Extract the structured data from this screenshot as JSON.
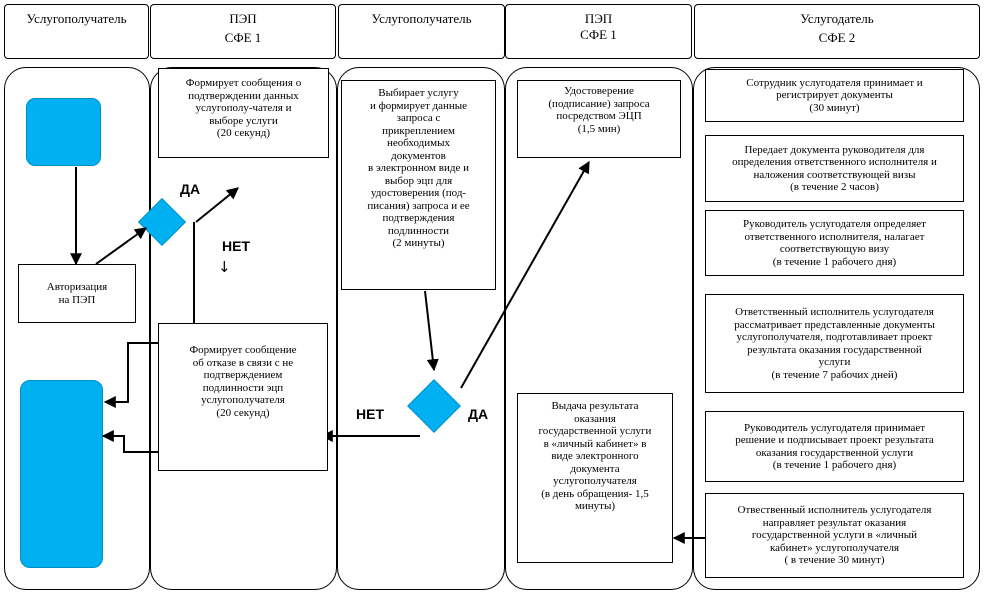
{
  "headers": [
    {
      "line1": "Услугополучатель",
      "line2": ""
    },
    {
      "line1": "ПЭП",
      "line2": "СФЕ 1"
    },
    {
      "line1": "Услугополучатель",
      "line2": ""
    },
    {
      "line1": "ПЭП",
      "line2": "СФЕ 1"
    },
    {
      "line1": "Услугодатель",
      "line2": "СФЕ 2"
    }
  ],
  "boxes": {
    "auth": [
      "Авторизация",
      "на ПЭП"
    ],
    "confirm_msg": [
      "Формирует сообщения о",
      "подтверждении данных",
      "услугополу-чателя  и",
      "выборе услуги",
      "(20 секунд)"
    ],
    "select_service": [
      "Выбирает услугу",
      "и формирует данные",
      "запроса с",
      "прикреплением",
      "необходимых",
      "документов",
      "в электронном виде и",
      "выбор эцп для",
      "удостоверения (под-",
      "писания) запроса и ее",
      "подтверждения",
      "подлинности",
      "(2 минуты)"
    ],
    "sign_request": [
      "Удостоверение",
      "(подписание) запроса",
      "посредством ЭЦП",
      "(1,5 мин)"
    ],
    "refusal_msg": [
      "Формирует сообщение",
      "об отказе в связи с не",
      "подтверждением",
      "подлинности эцп",
      "услугополучателя",
      "(20 секунд)"
    ],
    "issue_result": [
      "Выдача результата",
      "оказания",
      "государственной услуги",
      "в «личный кабинет»  в",
      "виде электронного",
      "документа",
      "услугополучателя",
      "(в день обращения- 1,5",
      "минуты)"
    ],
    "s1": [
      "Сотрудник услугодателя принимает и",
      "регистрирует документы",
      "(30 минут)"
    ],
    "s2": [
      "Передает документа руководителя для",
      "определения ответственного исполнителя и",
      "наложения соответствующей визы",
      "(в течение 2 часов)"
    ],
    "s3": [
      "Руководитель услугодателя определяет",
      "ответственного исполнителя, налагает",
      "соответствующую визу",
      "(в течение 1 рабочего дня)"
    ],
    "s4": [
      "Ответственный исполнитель услугодателя",
      "рассматривает представленные документы",
      "услугополучателя, подготавливает проект",
      "результата оказания государственной",
      "услуги",
      "(в течение 7 рабочих дней)"
    ],
    "s5": [
      "Руководитель услугодателя принимает",
      "решение и подписывает проект результата",
      "оказания государственной услуги",
      "(в течение 1 рабочего дня)"
    ],
    "s6": [
      "Отвественный исполнитель услугодателя",
      "направляет результат оказания",
      "государственной услуги в «личный",
      "кабинет» услугополучателя",
      "(  в течение 30 минут)"
    ]
  },
  "labels": {
    "da1": "ДА",
    "net1": "НЕТ",
    "net_arrow": "↓",
    "net2": "НЕТ",
    "da2": "ДА"
  },
  "colors": {
    "terminator": "#00b0f0",
    "line": "#000000"
  }
}
